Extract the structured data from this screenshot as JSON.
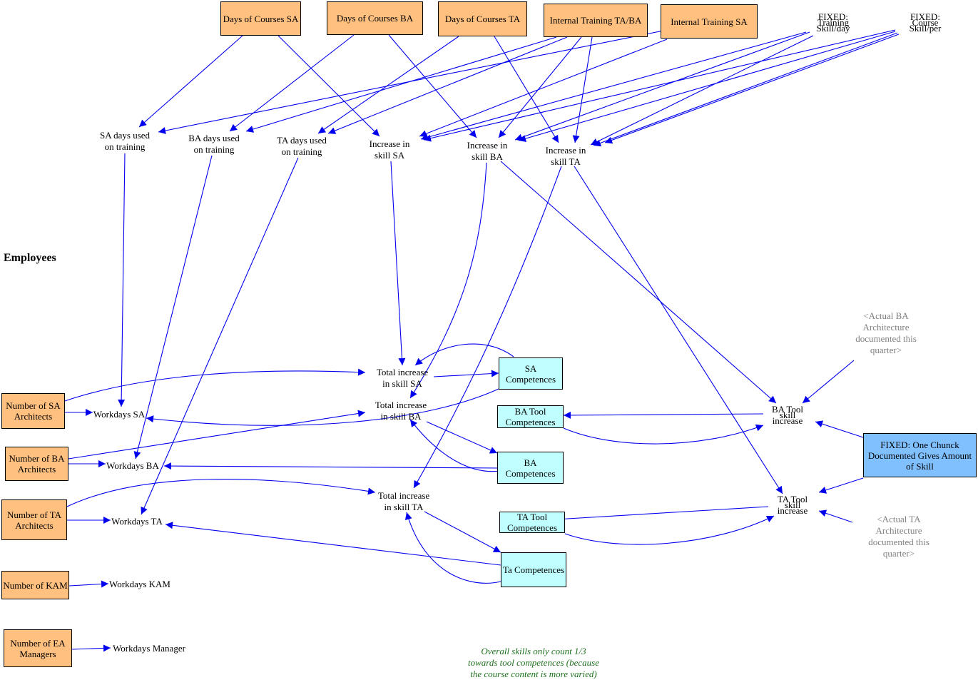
{
  "title": "Employees",
  "colors": {
    "link": "#0000ee",
    "constant": "#ffc080",
    "level": "#c0ffff",
    "fixed": "#80c0ff",
    "shadow": "#808080",
    "comment": "#207020"
  },
  "constants": {
    "days_courses_sa": "Days of Courses SA",
    "days_courses_ba": "Days of Courses BA",
    "days_courses_ta": "Days of Courses TA",
    "internal_training_ta_ba": "Internal Training TA/BA",
    "internal_training_sa": "Internal Training SA",
    "num_sa_architects": [
      "Number of SA",
      "Architects"
    ],
    "num_ba_architects": [
      "Number of BA",
      "Architects"
    ],
    "num_ta_architects": [
      "Number of TA",
      "Architects"
    ],
    "num_kam": "Number of KAM",
    "num_ea_managers": [
      "Number of EA",
      "Managers"
    ]
  },
  "fixed": {
    "training_skill_day": [
      "FIXED:",
      "Training",
      "Skill/day"
    ],
    "course_skill_per": [
      "FIXED:",
      "Course",
      "Skill/per"
    ],
    "one_chunk": [
      "FIXED: One Chunck",
      "Documented Gives Amount",
      "of Skill"
    ]
  },
  "auxiliaries": {
    "sa_days_training": [
      "SA days used",
      "on training"
    ],
    "ba_days_training": [
      "BA days used",
      "on training"
    ],
    "ta_days_training": [
      "TA days used",
      "on training"
    ],
    "increase_skill_sa": [
      "Increase in",
      "skill SA"
    ],
    "increase_skill_ba": [
      "Increase in",
      "skill BA"
    ],
    "increase_skill_ta": [
      "Increase in",
      "skill TA"
    ],
    "total_increase_sa": [
      "Total increase",
      "in skill SA"
    ],
    "total_increase_ba": [
      "Total increase",
      "in skill BA"
    ],
    "total_increase_ta": [
      "Total increase",
      "in skill TA"
    ],
    "workdays_sa": "Workdays SA",
    "workdays_ba": "Workdays BA",
    "workdays_ta": "Workdays TA",
    "workdays_kam": "Workdays KAM",
    "workdays_manager": "Workdays Manager",
    "ba_tool_skill_increase": [
      "BA Tool",
      "skill",
      "increase"
    ],
    "ta_tool_skill_increase": [
      "TA Tool",
      "skill",
      "increase"
    ]
  },
  "levels": {
    "sa_competences": [
      "SA",
      "Competences"
    ],
    "ba_tool_competences": [
      "BA Tool",
      "Competences"
    ],
    "ba_competences": [
      "BA",
      "Competences"
    ],
    "ta_tool_competences": [
      "TA Tool",
      "Competences"
    ],
    "ta_competences": "Ta Competences"
  },
  "shadows": {
    "actual_ba": [
      "<Actual BA",
      "Architecture",
      "documented this",
      "quarter>"
    ],
    "actual_ta": [
      "<Actual TA",
      "Architecture",
      "documented this",
      "quarter>"
    ]
  },
  "comment": [
    "Overall skills only count 1/3",
    "towards tool competences (because",
    "the course content is more varied)"
  ]
}
